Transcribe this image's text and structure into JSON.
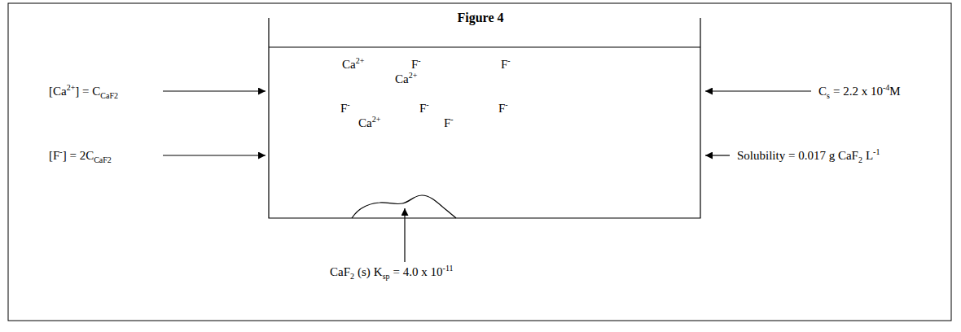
{
  "diagram": {
    "title": "Figure 4",
    "labels": [
      "[Ca",
      "2+",
      "] = C",
      "CaF2",
      "[F",
      "-",
      "] = 2C",
      "CaF2",
      "C",
      "s",
      "= 2.2 x 10",
      "-4",
      "M",
      "Solubility = 0.017 g CaF",
      "2",
      "L",
      "-1",
      "CaF",
      "2",
      "(s)",
      "K",
      "sp",
      "= 4.0 x 10",
      "-11",
      "Ca",
      "2+",
      "F",
      "-",
      "F",
      "-",
      "Ca",
      "2+",
      "F",
      "-",
      "F",
      "-",
      "F",
      "-",
      "Ca",
      "2+",
      "F",
      "-"
    ]
  }
}
